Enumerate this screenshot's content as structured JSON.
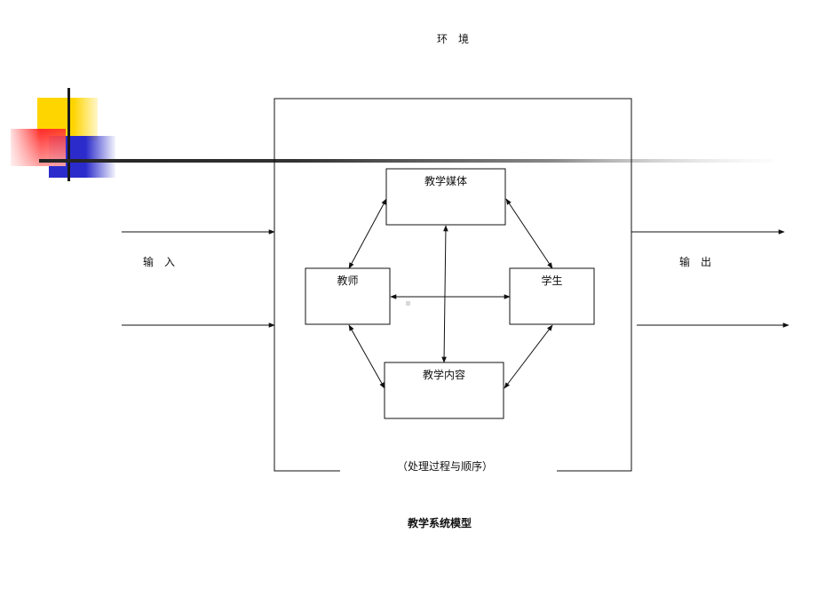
{
  "title": "环　境",
  "input_label": "输　入",
  "output_label": "输　出",
  "nodes": {
    "media": "教学媒体",
    "teacher": "教师",
    "student": "学生",
    "content": "教学内容"
  },
  "process_label": "（处理过程与顺序）",
  "caption": "教学系统模型",
  "colors": {
    "deco_yellow": "#FFD500",
    "deco_red": "#FF2A2A",
    "deco_blue": "#2B2BCC",
    "line": "#111111"
  }
}
